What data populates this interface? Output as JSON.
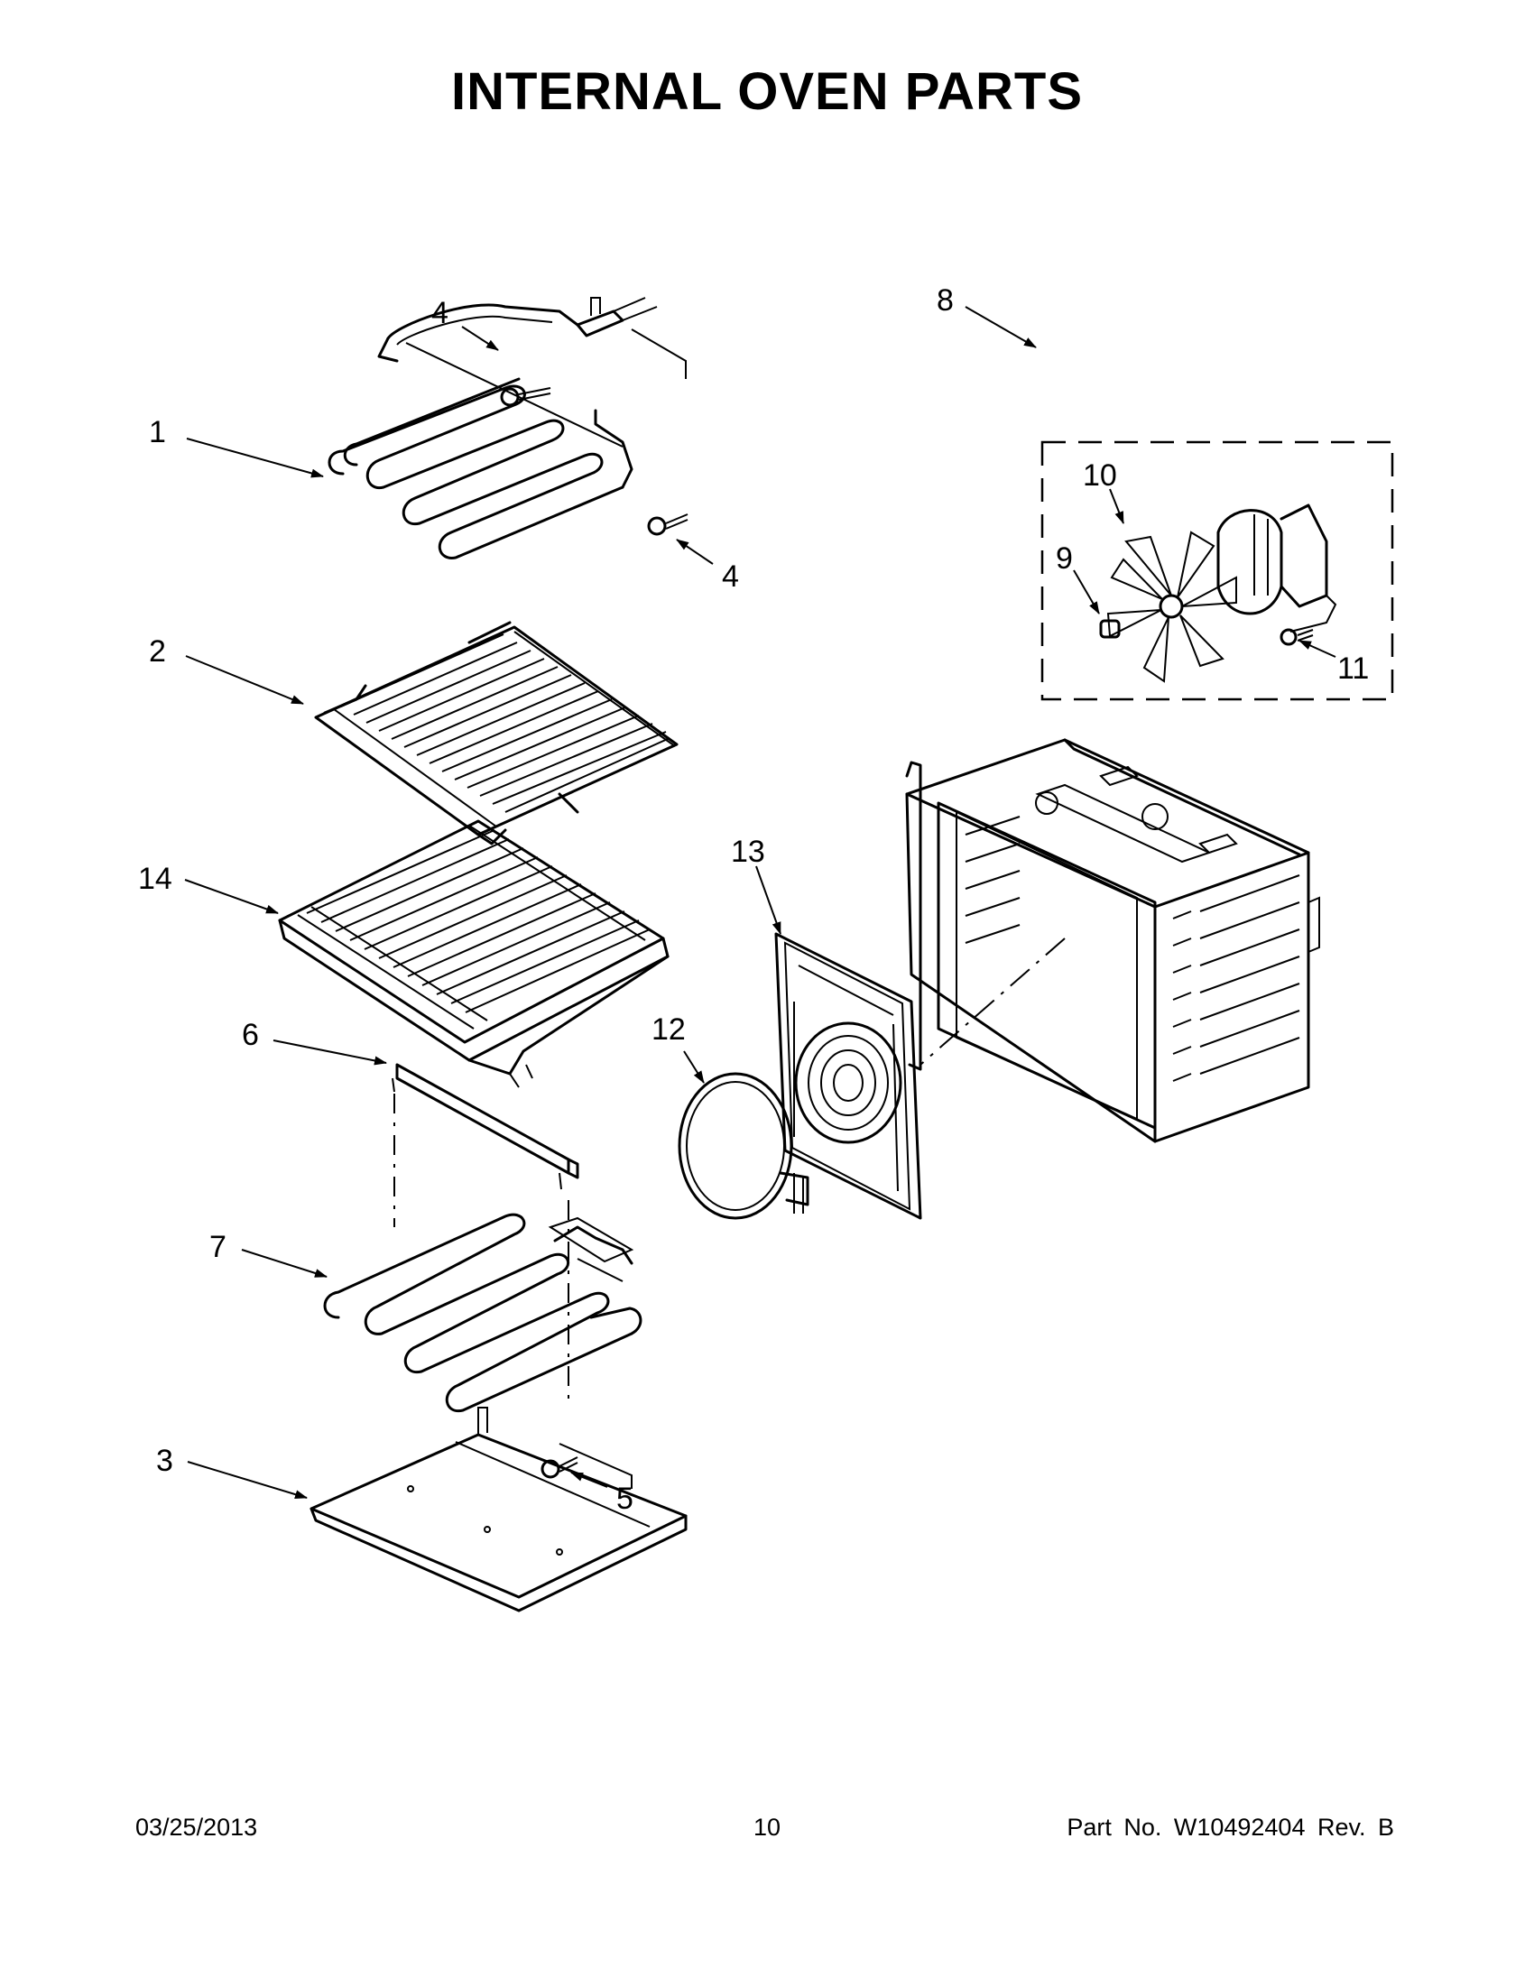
{
  "page": {
    "title": "INTERNAL OVEN PARTS",
    "footer": {
      "date": "03/25/2013",
      "page_number": "10",
      "part_number": "Part No. W10492404 Rev. B"
    }
  },
  "callouts": {
    "c1": "1",
    "c2": "2",
    "c3": "3",
    "c4a": "4",
    "c4b": "4",
    "c5": "5",
    "c6": "6",
    "c7": "7",
    "c8": "8",
    "c9": "9",
    "c10": "10",
    "c11": "11",
    "c12": "12",
    "c13": "13",
    "c14": "14"
  },
  "colors": {
    "ink": "#000000",
    "paper": "#ffffff"
  }
}
